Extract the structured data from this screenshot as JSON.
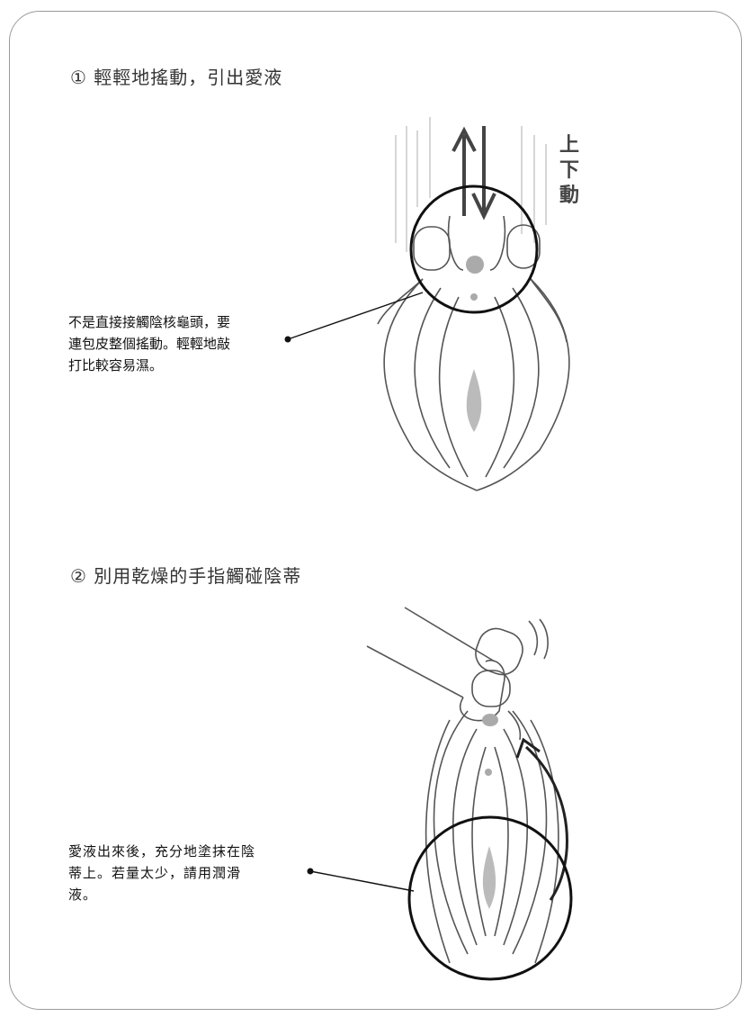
{
  "section1": {
    "heading": "① 輕輕地搖動，引出愛液",
    "motion_label": "上下動",
    "note_lines": [
      "不是直接接觸陰核龜頭，要",
      "連包皮整個搖動。輕輕地敲",
      "打比較容易濕。"
    ]
  },
  "section2": {
    "heading": "② 別用乾燥的手指觸碰陰蒂",
    "note_lines": [
      "愛液出來後，充分地塗抹在陰",
      "蒂上。若量太少，請用潤滑",
      "液。"
    ]
  },
  "colors": {
    "line": "#555555",
    "accent": "#aaaaaa",
    "border": "#9a9a9a"
  }
}
